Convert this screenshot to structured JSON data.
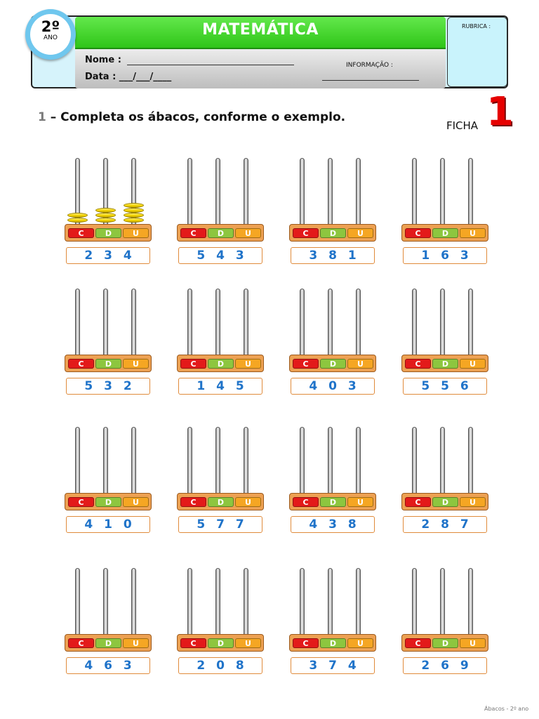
{
  "header": {
    "title": "MATEMÁTICA",
    "grade": "2º",
    "grade_sub": "ANO",
    "name_label": "Nome :",
    "date_label": "Data : ___/___/____",
    "info_label": "INFORMAÇÃO :",
    "rubric_label": "RUBRICA :"
  },
  "instruction": {
    "number": "1",
    "text": " – Completa os ábacos, conforme o exemplo."
  },
  "ficha": {
    "label": "FICHA",
    "number": "1"
  },
  "abacus_labels": {
    "hundreds": "C",
    "tens": "D",
    "units": "U"
  },
  "abaci": [
    {
      "display": "2 3 4",
      "beads": [
        2,
        3,
        4
      ]
    },
    {
      "display": "5 4 3"
    },
    {
      "display": "3 8 1"
    },
    {
      "display": "1 6 3"
    },
    {
      "display": "5 3 2"
    },
    {
      "display": "1 4 5"
    },
    {
      "display": "4 0 3"
    },
    {
      "display": "5 5 6"
    },
    {
      "display": "4 1 0"
    },
    {
      "display": "5 7 7"
    },
    {
      "display": "4 3 8"
    },
    {
      "display": "2 8 7"
    },
    {
      "display": "4 6 3"
    },
    {
      "display": "2 0 8"
    },
    {
      "display": "3 7 4"
    },
    {
      "display": "2 6 9"
    }
  ],
  "footer": "Ábacos - 2º ano",
  "colors": {
    "header_green": "#3ed42a",
    "hundreds": "#e31a1a",
    "tens": "#8dc63f",
    "units": "#f5a623",
    "number": "#1f73c9",
    "bead": "#f4d400",
    "base": "#eda153"
  }
}
